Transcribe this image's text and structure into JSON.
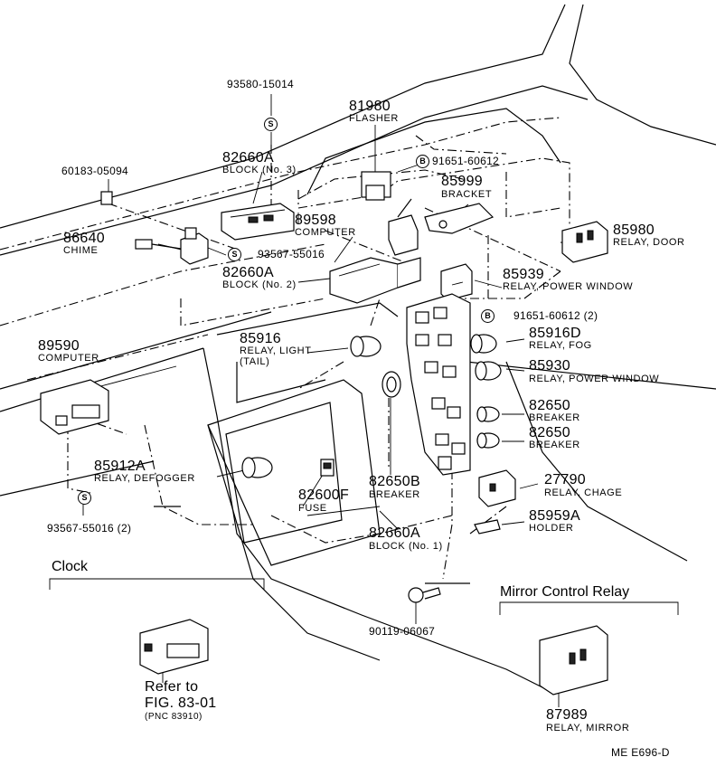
{
  "parts": [
    {
      "id": "p93580",
      "number": "93580-15014",
      "name": ""
    },
    {
      "id": "p81980",
      "number": "81980",
      "name": "FLASHER"
    },
    {
      "id": "p82660a3",
      "number": "82660A",
      "name": "BLOCK (No. 3)"
    },
    {
      "id": "p91651a",
      "number": "91651-60612",
      "name": ""
    },
    {
      "id": "p60183",
      "number": "60183-05094",
      "name": ""
    },
    {
      "id": "p85999",
      "number": "85999",
      "name": "BRACKET"
    },
    {
      "id": "p89598",
      "number": "89598",
      "name": "COMPUTER"
    },
    {
      "id": "p85980",
      "number": "85980",
      "name": "RELAY, DOOR"
    },
    {
      "id": "p86640",
      "number": "86640",
      "name": "CHIME"
    },
    {
      "id": "p93567a",
      "number": "93567-55016",
      "name": ""
    },
    {
      "id": "p82660a2",
      "number": "82660A",
      "name": "BLOCK (No. 2)"
    },
    {
      "id": "p85939",
      "number": "85939",
      "name": "RELAY, POWER WINDOW"
    },
    {
      "id": "p91651b",
      "number": "91651-60612 (2)",
      "name": ""
    },
    {
      "id": "p89590",
      "number": "89590",
      "name": "COMPUTER"
    },
    {
      "id": "p85916",
      "number": "85916",
      "name": "RELAY, LIGHT"
    },
    {
      "id": "p85916d",
      "number": "85916D",
      "name": "RELAY, FOG"
    },
    {
      "id": "p85930",
      "number": "85930",
      "name": "RELAY, POWER WINDOW"
    },
    {
      "id": "p82650a",
      "number": "82650",
      "name": "BREAKER"
    },
    {
      "id": "p82650b",
      "number": "82650",
      "name": "BREAKER"
    },
    {
      "id": "p85912a",
      "number": "85912A",
      "name": "RELAY, DEFOGGER"
    },
    {
      "id": "p82650B",
      "number": "82650B",
      "name": "BREAKER"
    },
    {
      "id": "p27790",
      "number": "27790",
      "name": "RELAY, CHAGE"
    },
    {
      "id": "p82600f",
      "number": "82600F",
      "name": "FUSE"
    },
    {
      "id": "p93567b",
      "number": "93567-55016 (2)",
      "name": ""
    },
    {
      "id": "p85959a",
      "number": "85959A",
      "name": "HOLDER"
    },
    {
      "id": "p82660a1",
      "number": "82660A",
      "name": "BLOCK (No. 1)"
    },
    {
      "id": "p90119",
      "number": "90119-06067",
      "name": ""
    },
    {
      "id": "p87989",
      "number": "87989",
      "name": "RELAY, MIRROR"
    }
  ],
  "tail_note": "(TAIL)",
  "markers": {
    "s": "S",
    "b": "B"
  },
  "sections": {
    "clock": {
      "title": "Clock",
      "refer": "Refer to",
      "fig": "FIG. 83-01",
      "pnc": "(PNC 83910)"
    },
    "mirror": {
      "title": "Mirror Control Relay"
    }
  },
  "footer_code": "ME  E696-D"
}
